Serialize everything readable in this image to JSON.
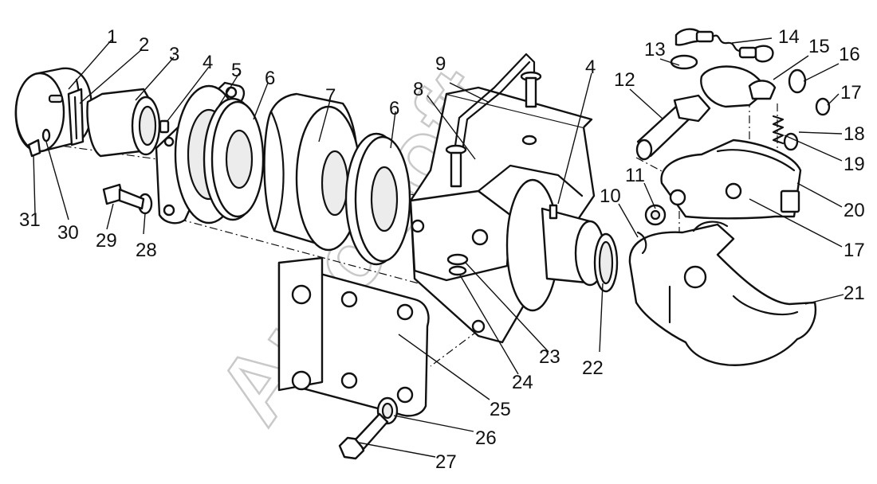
{
  "watermark": "AutoSoft",
  "callouts": [
    {
      "id": "callout-1",
      "text": "1"
    },
    {
      "id": "callout-2",
      "text": "2"
    },
    {
      "id": "callout-3",
      "text": "3"
    },
    {
      "id": "callout-4a",
      "text": "4"
    },
    {
      "id": "callout-5",
      "text": "5"
    },
    {
      "id": "callout-6a",
      "text": "6"
    },
    {
      "id": "callout-7",
      "text": "7"
    },
    {
      "id": "callout-6b",
      "text": "6"
    },
    {
      "id": "callout-8",
      "text": "8"
    },
    {
      "id": "callout-9",
      "text": "9"
    },
    {
      "id": "callout-4b",
      "text": "4"
    },
    {
      "id": "callout-12",
      "text": "12"
    },
    {
      "id": "callout-13",
      "text": "13"
    },
    {
      "id": "callout-14",
      "text": "14"
    },
    {
      "id": "callout-15",
      "text": "15"
    },
    {
      "id": "callout-16",
      "text": "16"
    },
    {
      "id": "callout-17a",
      "text": "17"
    },
    {
      "id": "callout-18",
      "text": "18"
    },
    {
      "id": "callout-19",
      "text": "19"
    },
    {
      "id": "callout-20",
      "text": "20"
    },
    {
      "id": "callout-17b",
      "text": "17"
    },
    {
      "id": "callout-21",
      "text": "21"
    },
    {
      "id": "callout-11",
      "text": "11"
    },
    {
      "id": "callout-10",
      "text": "10"
    },
    {
      "id": "callout-22",
      "text": "22"
    },
    {
      "id": "callout-23",
      "text": "23"
    },
    {
      "id": "callout-24",
      "text": "24"
    },
    {
      "id": "callout-25",
      "text": "25"
    },
    {
      "id": "callout-26",
      "text": "26"
    },
    {
      "id": "callout-27",
      "text": "27"
    },
    {
      "id": "callout-28",
      "text": "28"
    },
    {
      "id": "callout-29",
      "text": "29"
    },
    {
      "id": "callout-30",
      "text": "30"
    },
    {
      "id": "callout-31",
      "text": "31"
    }
  ]
}
